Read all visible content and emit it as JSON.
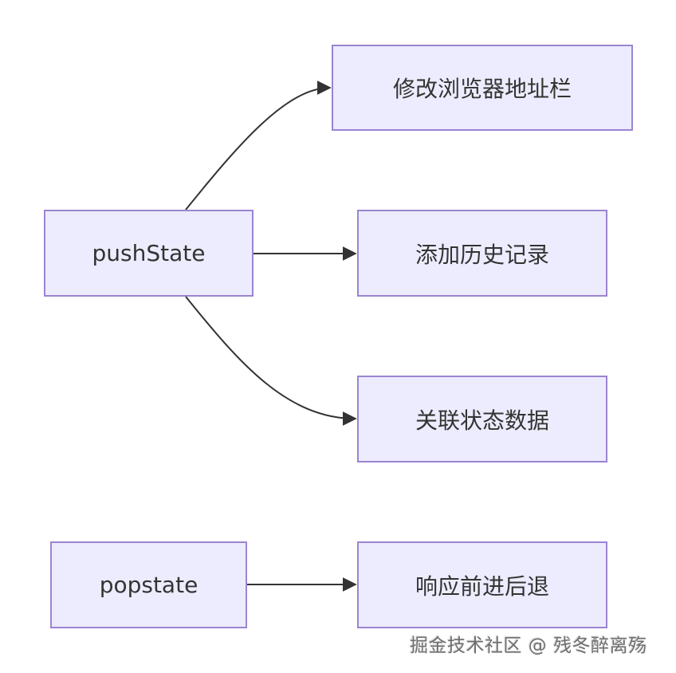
{
  "diagram": {
    "type": "flowchart",
    "direction": "LR",
    "colors": {
      "node_fill": "#ececfe",
      "node_border": "#9b84d1",
      "text": "#333333",
      "edge": "#333333"
    },
    "nodes": {
      "pushState": {
        "label": "pushState"
      },
      "url": {
        "label": "修改浏览器地址栏"
      },
      "history": {
        "label": "添加历史记录"
      },
      "state": {
        "label": "关联状态数据"
      },
      "popstate": {
        "label": "popstate"
      },
      "respond": {
        "label": "响应前进后退"
      }
    },
    "edges": [
      {
        "from": "pushState",
        "to": "url"
      },
      {
        "from": "pushState",
        "to": "history"
      },
      {
        "from": "pushState",
        "to": "state"
      },
      {
        "from": "popstate",
        "to": "respond"
      }
    ]
  },
  "watermark": "掘金技术社区 @ 残冬醉离殇"
}
